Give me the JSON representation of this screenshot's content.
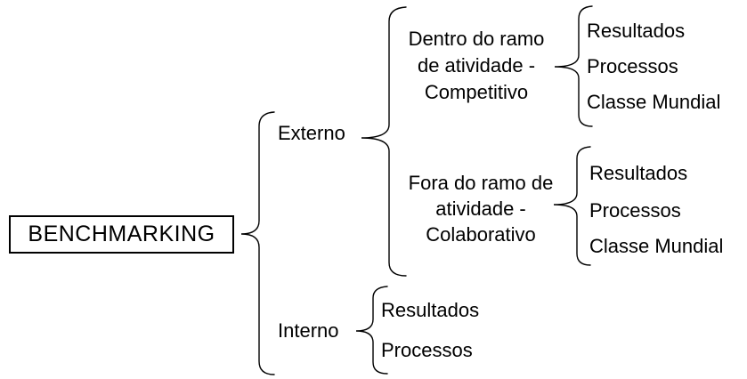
{
  "root": {
    "label": "BENCHMARKING"
  },
  "branches": {
    "externo": {
      "label": "Externo",
      "children": {
        "competitivo": {
          "label_lines": [
            "Dentro do ramo",
            "de atividade -",
            "Competitivo"
          ],
          "items": [
            "Resultados",
            "Processos",
            "Classe Mundial"
          ]
        },
        "colaborativo": {
          "label_lines": [
            "Fora do ramo de",
            "atividade -",
            "Colaborativo"
          ],
          "items": [
            "Resultados",
            "Processos",
            "Classe Mundial"
          ]
        }
      }
    },
    "interno": {
      "label": "Interno",
      "items": [
        "Resultados",
        "Processos"
      ]
    }
  },
  "colors": {
    "text": "#000000",
    "line": "#000000",
    "background": "#ffffff"
  }
}
